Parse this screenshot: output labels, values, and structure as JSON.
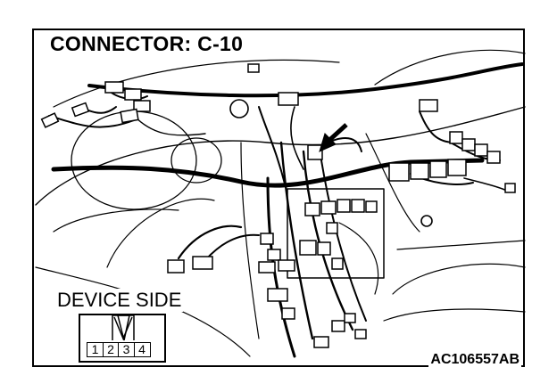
{
  "title": "CONNECTOR: C-10",
  "device_side": {
    "label": "DEVICE SIDE",
    "pins": [
      "1",
      "2",
      "3",
      "4"
    ]
  },
  "figure_code": "AC106557AB",
  "colors": {
    "line": "#000000",
    "background": "#ffffff"
  }
}
